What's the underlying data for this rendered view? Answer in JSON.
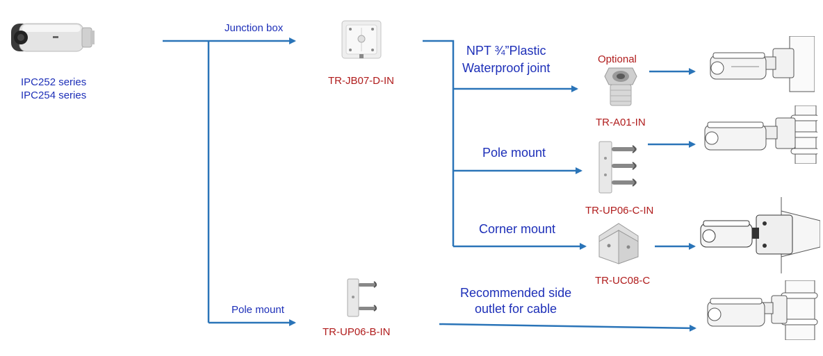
{
  "source": {
    "series": [
      "IPC252 series",
      "IPC254 series"
    ]
  },
  "branches": {
    "junction_box": {
      "label": "Junction box",
      "model": "TR-JB07-D-IN"
    },
    "pole_mount": {
      "label": "Pole mount",
      "model": "TR-UP06-B-IN",
      "note_line1": "Recommended side",
      "note_line2": "outlet for cable"
    }
  },
  "sub_branches": {
    "waterproof": {
      "label_line1": "NPT ¾”Plastic",
      "label_line2": "Waterproof joint",
      "optional": "Optional",
      "model": "TR-A01-IN"
    },
    "pole_mount": {
      "label": "Pole mount",
      "model": "TR-UP06-C-IN"
    },
    "corner_mount": {
      "label": "Corner mount",
      "model": "TR-UC08-C"
    }
  },
  "colors": {
    "arrow": "#2a74b8",
    "label_blue": "#1d2fb8",
    "model_red": "#b01c1c"
  }
}
